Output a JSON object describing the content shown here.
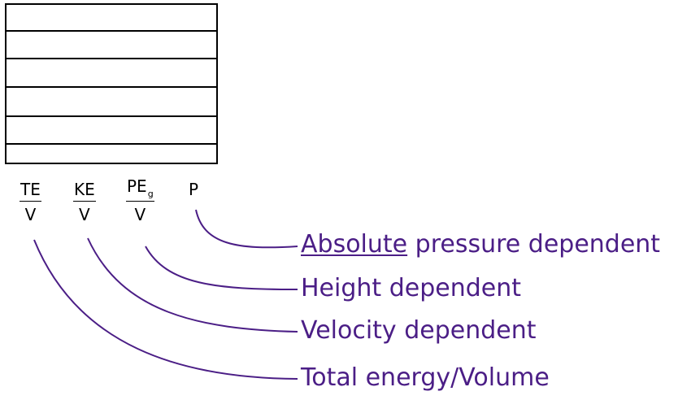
{
  "colors": {
    "label": "#4b1e86",
    "curve": "#4b1e86",
    "text": "#000000",
    "grid": "#000000"
  },
  "grid": {
    "rows": 6
  },
  "terms": {
    "te": {
      "num": "TE",
      "den": "V"
    },
    "ke": {
      "num": "KE",
      "den": "V"
    },
    "pe": {
      "num": "PE",
      "num_sub": "g",
      "den": "V"
    },
    "p": "P"
  },
  "labels": {
    "absolute_word": "Absolute",
    "absolute_rest": " pressure dependent",
    "height": "Height dependent",
    "velocity": "Velocity dependent",
    "total": "Total energy/Volume"
  }
}
